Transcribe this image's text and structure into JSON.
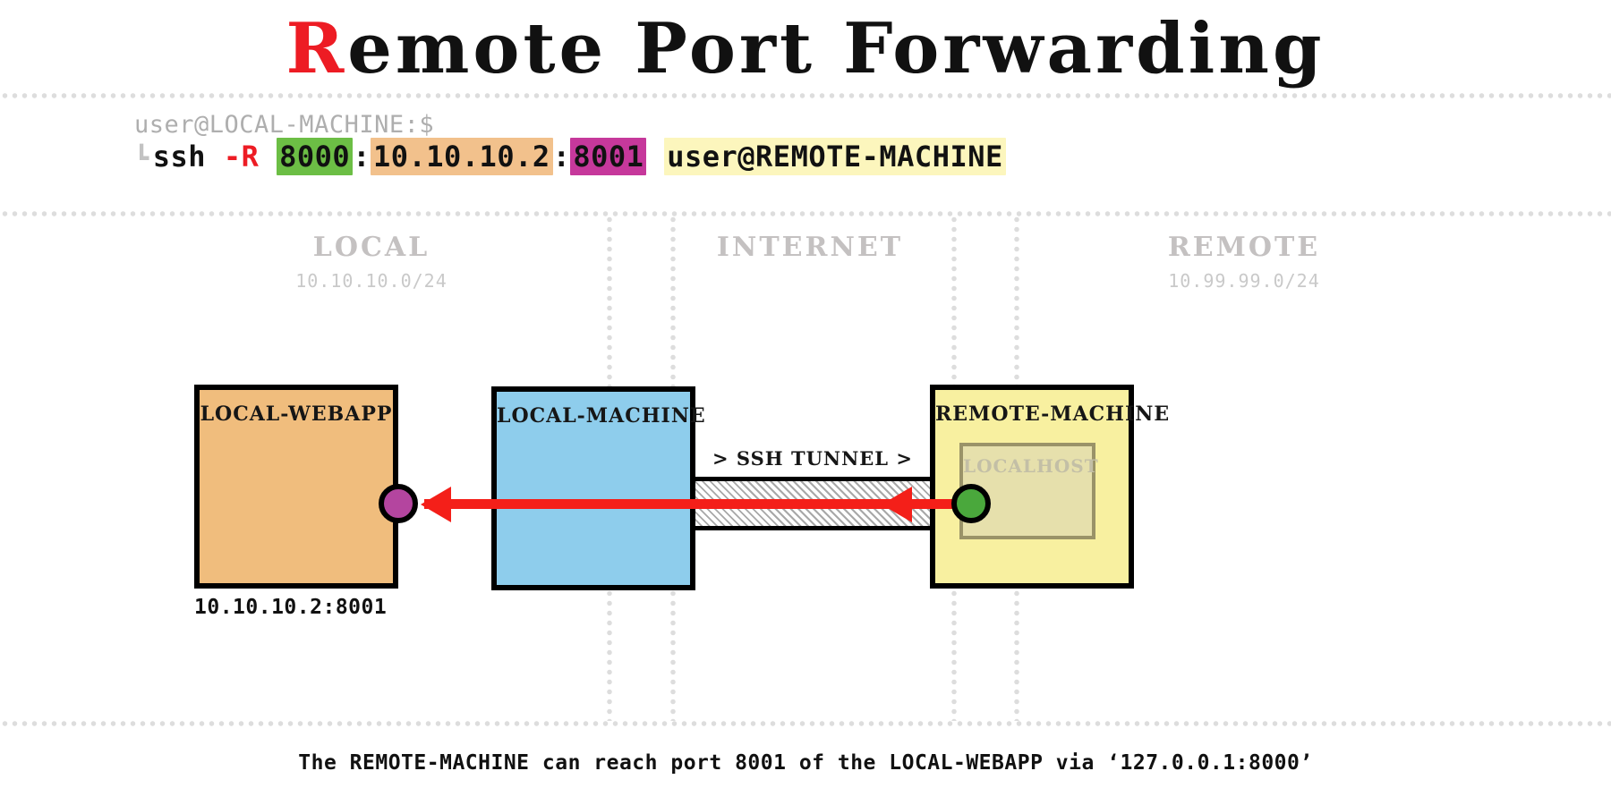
{
  "title": {
    "accent_letter": "R",
    "rest": "emote Port Forwarding",
    "full": "Remote Port Forwarding",
    "accent_color": "#ed1c24"
  },
  "command": {
    "prompt": "user@LOCAL-MACHINE:$",
    "marker_icon": "prompt-corner-icon",
    "marker_glyph": "┗",
    "program": "ssh",
    "flag": "-R",
    "flag_color": "#ed1c24",
    "remote_port": "8000",
    "remote_port_highlight": "#6cbe45",
    "separator1": ":",
    "target_host": "10.10.10.2",
    "target_host_highlight": "#f2c18c",
    "separator2": ":",
    "target_port": "8001",
    "target_port_highlight": "#c6389b",
    "destination": "user@REMOTE-MACHINE",
    "destination_highlight": "#fcf6bd",
    "full_text": "ssh -R 8000:10.10.10.2:8001 user@REMOTE-MACHINE"
  },
  "zones": [
    {
      "name": "LOCAL",
      "cidr": "10.10.10.0/24"
    },
    {
      "name": "INTERNET",
      "cidr": ""
    },
    {
      "name": "REMOTE",
      "cidr": "10.99.99.0/24"
    }
  ],
  "diagram": {
    "webapp": {
      "label": "LOCAL-WEBAPP",
      "address": "10.10.10.2:8001",
      "fill": "#f0bd7d",
      "endpoint_color": "#b4459f"
    },
    "local_machine": {
      "label": "LOCAL-MACHINE",
      "fill": "#8ecdec"
    },
    "remote_machine": {
      "label": "REMOTE-MACHINE",
      "fill": "#f8f0a0",
      "endpoint_color": "#4aa83c",
      "inner": {
        "label": "LOCALHOST",
        "fill": "#e6e0ac"
      }
    },
    "tunnel": {
      "label": "> SSH TUNNEL >",
      "flow_color": "#f41f19",
      "flow_direction": "right-to-left"
    }
  },
  "caption": "The REMOTE-MACHINE can reach port 8001 of the LOCAL-WEBAPP via ‘127.0.0.1:8000’"
}
